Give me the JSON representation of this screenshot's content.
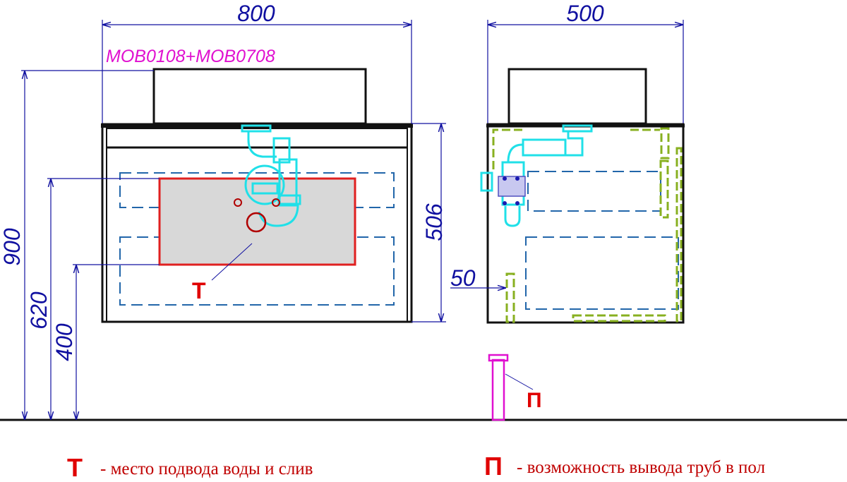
{
  "dimensions": {
    "front_width": "800",
    "side_depth": "500",
    "total_height": "900",
    "water_inlet_height": "620",
    "inlet_bottom_height": "400",
    "cabinet_height": "506",
    "pipe_offset": "50"
  },
  "model_label": "MOB0108+MOB0708",
  "markers": {
    "t": "Т",
    "p": "П"
  },
  "legend": {
    "t_symbol": "Т",
    "t_text": "- место подвода воды и слив",
    "p_symbol": "П",
    "p_text": "- возможность вывода труб в пол"
  },
  "colors": {
    "dimension": "#1010a0",
    "model": "#e010d0",
    "marker": "#e00000",
    "siphon": "#20e0e8",
    "legs": "#88b020"
  }
}
